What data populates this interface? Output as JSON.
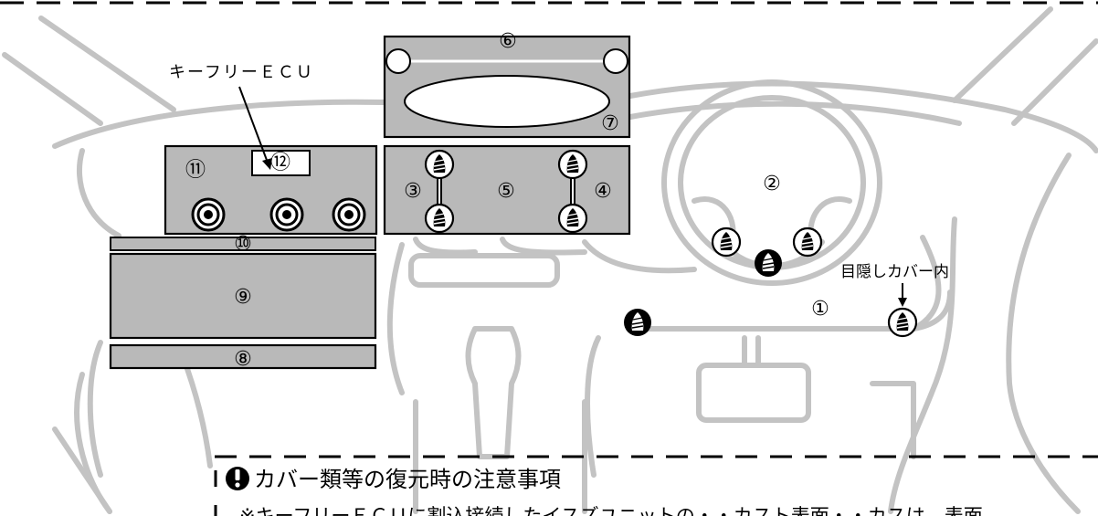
{
  "labels": {
    "keyfree_ecu": "キーフリーＥＣＵ",
    "hidden_cover": "目隠しカバー内",
    "n1": "①",
    "n2": "②",
    "n3": "③",
    "n4": "④",
    "n5": "⑤",
    "n6": "⑥",
    "n7": "⑦",
    "n8": "⑧",
    "n9": "⑨",
    "n10": "⑩",
    "n11": "⑪",
    "n12": "⑫"
  },
  "notice": {
    "title": "カバー類等の復元時の注意事項",
    "line1": "※キーフリーＥＣＵに割込接続したイスズユニットの・・カスト表面・・カスは、表面"
  },
  "colors": {
    "outline": "#c3c3c3",
    "panel": "#b9b9b9",
    "ink": "#000000"
  }
}
